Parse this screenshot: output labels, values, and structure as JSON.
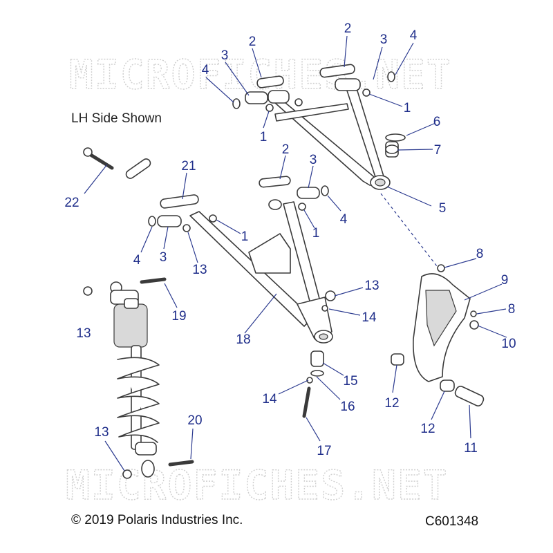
{
  "watermark": "MICROFICHES.NET",
  "side_label": "LH Side Shown",
  "copyright": "© 2019 Polaris Industries Inc.",
  "diagram_id": "C601348",
  "callouts": {
    "c2a": "2",
    "c2b": "2",
    "c2c": "2",
    "c3a": "3",
    "c3b": "3",
    "c3c": "3",
    "c3d": "3",
    "c4a": "4",
    "c4b": "4",
    "c4c": "4",
    "c4d": "4",
    "c1a": "1",
    "c1b": "1",
    "c1c": "1",
    "c1d": "1",
    "c6": "6",
    "c7": "7",
    "c5": "5",
    "c21": "21",
    "c22": "22",
    "c8a": "8",
    "c8b": "8",
    "c9": "9",
    "c10": "10",
    "c13a": "13",
    "c13b": "13",
    "c13c": "13",
    "c13d": "13",
    "c14a": "14",
    "c14b": "14",
    "c15": "15",
    "c16": "16",
    "c17": "17",
    "c18": "18",
    "c19": "19",
    "c20": "20",
    "c12a": "12",
    "c12b": "12",
    "c11": "11"
  }
}
